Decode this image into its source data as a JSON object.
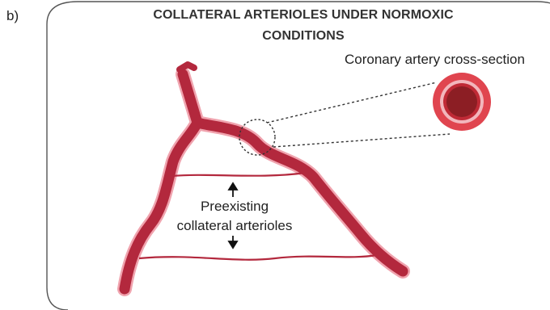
{
  "panel_label": "b)",
  "title": {
    "line1": "COLLATERAL ARTERIOLES UNDER NORMOXIC",
    "line2": "CONDITIONS"
  },
  "cross_section_label": "Coronary artery cross-section",
  "collateral_label": {
    "line1": "Preexisting",
    "line2": "collateral arterioles"
  },
  "colors": {
    "vessel": "#b3283d",
    "vessel_outline": "#f0a3ae",
    "lumen": "#8c1e24",
    "frame": "#555555"
  }
}
